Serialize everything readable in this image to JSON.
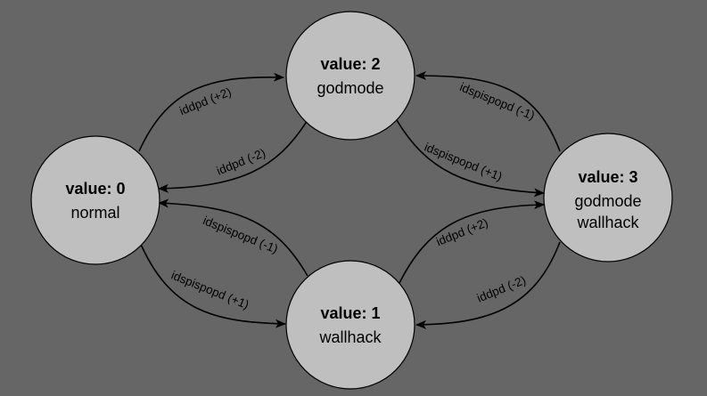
{
  "background_color": "#666666",
  "node_fill": "#bfbfbf",
  "nodes": [
    {
      "id": "n0",
      "title": "value: 0",
      "lines": [
        "normal"
      ]
    },
    {
      "id": "n2",
      "title": "value: 2",
      "lines": [
        "godmode"
      ]
    },
    {
      "id": "n3",
      "title": "value: 3",
      "lines": [
        "godmode",
        "wallhack"
      ]
    },
    {
      "id": "n1",
      "title": "value: 1",
      "lines": [
        "wallhack"
      ]
    }
  ],
  "edges": [
    {
      "id": "e0",
      "from": "n0",
      "to": "n2",
      "label": "iddpd (+2)"
    },
    {
      "id": "e1",
      "from": "n2",
      "to": "n0",
      "label": "iddpd (-2)"
    },
    {
      "id": "e2",
      "from": "n3",
      "to": "n2",
      "label": "idspispopd (-1)"
    },
    {
      "id": "e3",
      "from": "n2",
      "to": "n3",
      "label": "idspispopd (+1)"
    },
    {
      "id": "e4",
      "from": "n1",
      "to": "n0",
      "label": "idspispopd (-1)"
    },
    {
      "id": "e5",
      "from": "n0",
      "to": "n1",
      "label": "idspispopd (+1)"
    },
    {
      "id": "e6",
      "from": "n1",
      "to": "n3",
      "label": "iddpd (+2)"
    },
    {
      "id": "e7",
      "from": "n3",
      "to": "n1",
      "label": "iddpd (-2)"
    }
  ]
}
